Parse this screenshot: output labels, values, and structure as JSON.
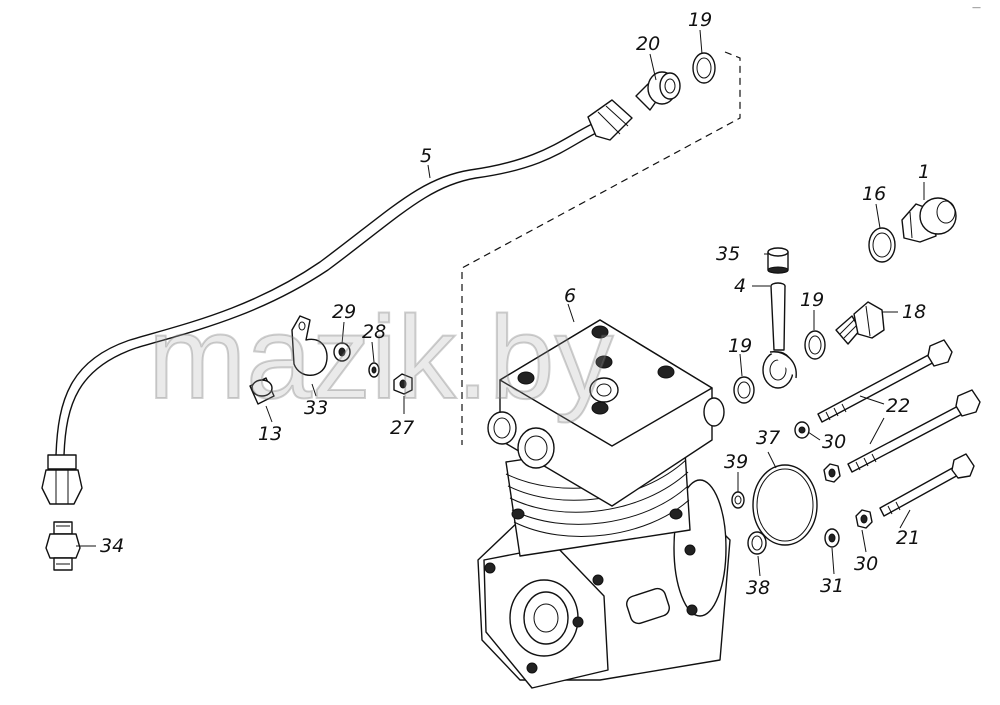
{
  "watermark": "mazik.by",
  "corner_mark": "—",
  "labels": {
    "l1": "1",
    "l4": "4",
    "l5": "5",
    "l6": "6",
    "l13": "13",
    "l16": "16",
    "l18": "18",
    "l19a": "19",
    "l19b": "19",
    "l19c": "19",
    "l20": "20",
    "l21": "21",
    "l22": "22",
    "l27": "27",
    "l28": "28",
    "l29": "29",
    "l30a": "30",
    "l30b": "30",
    "l31": "31",
    "l33": "33",
    "l34": "34",
    "l35": "35",
    "l37": "37",
    "l38": "38",
    "l39": "39"
  }
}
